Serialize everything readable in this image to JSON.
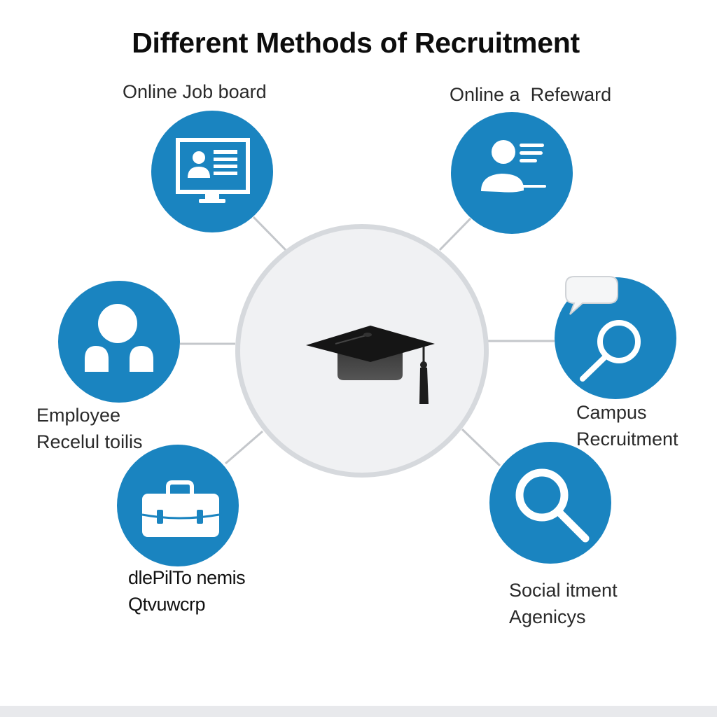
{
  "title": "Different Methods of Recruitment",
  "colors": {
    "node_fill": "#1a84c0",
    "center_fill": "#f0f1f3",
    "center_border": "#d6d9dd",
    "connector": "#c4c7cb",
    "icon_fill": "#ffffff",
    "title_text": "#0d0d0d"
  },
  "center": {
    "icon": "graduation-cap-icon"
  },
  "nodes": [
    {
      "id": "top-left",
      "label_lines": [
        "Online Job board"
      ],
      "icon": "monitor-profile-icon"
    },
    {
      "id": "top-right",
      "label_lines": [
        "Online a  Refeward"
      ],
      "icon": "user-list-icon"
    },
    {
      "id": "left",
      "label_lines": [
        "Employee",
        "Recelul toilis"
      ],
      "icon": "users-icon"
    },
    {
      "id": "right",
      "label_lines": [
        "Campus",
        "Recruitment"
      ],
      "icon": "search-chat-icon"
    },
    {
      "id": "bottom-left",
      "label_lines": [
        "dlePilTo nemis",
        "Qtvuwcrp"
      ],
      "icon": "briefcase-icon"
    },
    {
      "id": "bottom-right",
      "label_lines": [
        "Social itment",
        "Agenicys"
      ],
      "icon": "search-icon"
    }
  ]
}
